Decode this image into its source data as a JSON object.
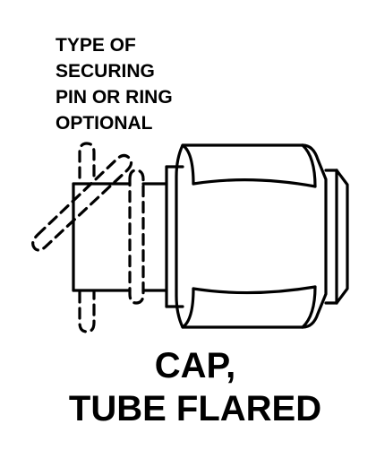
{
  "note": {
    "lines": [
      "TYPE OF",
      "SECURING",
      "PIN OR RING",
      "OPTIONAL"
    ]
  },
  "title": {
    "line1": "CAP,",
    "line2": "TUBE FLARED"
  },
  "colors": {
    "ink": "#000000",
    "background": "#ffffff"
  }
}
